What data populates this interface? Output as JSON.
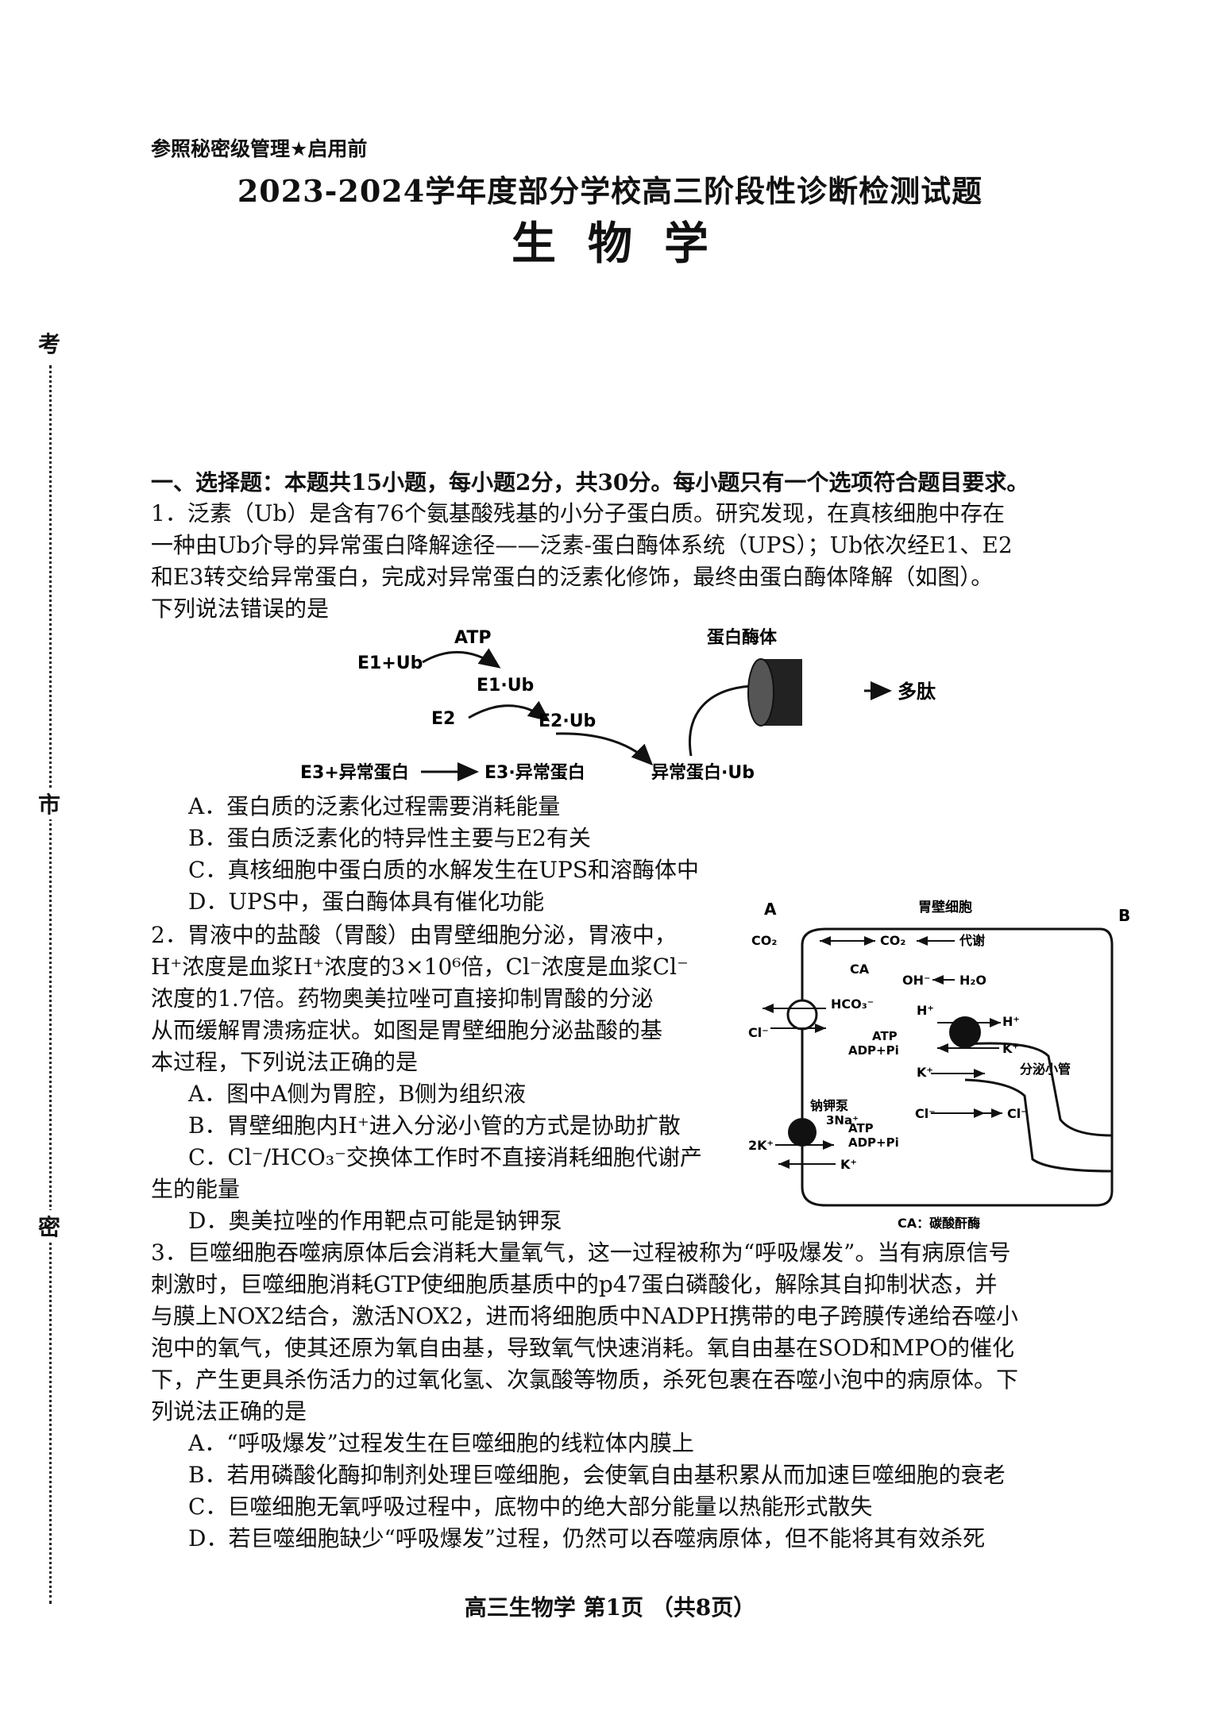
{
  "header": {
    "tag": "参照秘密级管理★启用前",
    "title": "2023-2024学年度部分学校高三阶段性诊断检测试题",
    "subject": "生物学"
  },
  "margin": {
    "chars": [
      "考",
      "市",
      "密"
    ]
  },
  "section": {
    "heading": "一、选择题：本题共15小题，每小题2分，共30分。每小题只有一个选项符合题目要求。"
  },
  "q1": {
    "lines": [
      "1．泛素（Ub）是含有76个氨基酸残基的小分子蛋白质。研究发现，在真核细胞中存在",
      "一种由Ub介导的异常蛋白降解途径——泛素-蛋白酶体系统（UPS）；Ub依次经E1、E2",
      "和E3转交给异常蛋白，完成对异常蛋白的泛素化修饰，最终由蛋白酶体降解（如图）。",
      "下列说法错误的是"
    ],
    "diagram": {
      "atp": "ATP",
      "e1ub": "E1+Ub",
      "e1_ub": "E1·Ub",
      "e2": "E2",
      "e2_ub": "E2·Ub",
      "e3": "E3+异常蛋白",
      "e3_abn": "E3·异常蛋白",
      "abn_ub": "异常蛋白·Ub",
      "proteasome": "蛋白酶体",
      "polypeptide": "多肽"
    },
    "options": [
      "A．蛋白质的泛素化过程需要消耗能量",
      "B．蛋白质泛素化的特异性主要与E2有关",
      "C．真核细胞中蛋白质的水解发生在UPS和溶酶体中",
      "D．UPS中，蛋白酶体具有催化功能"
    ]
  },
  "q2": {
    "lines": [
      "2．胃液中的盐酸（胃酸）由胃壁细胞分泌，胃液中，",
      "H⁺浓度是血浆H⁺浓度的3×10⁶倍，Cl⁻浓度是血浆Cl⁻",
      "浓度的1.7倍。药物奥美拉唑可直接抑制胃酸的分泌",
      "从而缓解胃溃疡症状。如图是胃壁细胞分泌盐酸的基",
      "本过程，下列说法正确的是"
    ],
    "options": [
      "A．图中A侧为胃腔，B侧为组织液",
      "B．胃壁细胞内H⁺进入分泌小管的方式是协助扩散",
      "C．Cl⁻/HCO₃⁻交换体工作时不直接消耗细胞代谢产",
      "生的能量",
      "D．奥美拉唑的作用靶点可能是钠钾泵"
    ],
    "diagram": {
      "side_a": "A",
      "side_b": "B",
      "cell_title": "胃壁细胞",
      "co2_out": "CO₂",
      "co2_in": "CO₂",
      "metabolism": "代谢",
      "ca": "CA",
      "oh": "OH⁻",
      "h2o": "H₂O",
      "hco3": "HCO₃⁻",
      "cl_left": "Cl⁻",
      "h_in": "H⁺",
      "h_out": "H⁺",
      "atp1": "ATP",
      "adp1": "ADP+Pi",
      "k_out1": "K⁺",
      "k_in1": "K⁺",
      "tubule": "分泌小管",
      "cl_in": "Cl⁻",
      "cl_out": "Cl⁻",
      "pump": "钠钾泵",
      "na": "3Na⁺",
      "atp2": "ATP",
      "adp2": "ADP+Pi",
      "k2": "2K⁺",
      "k_bottom": "K⁺",
      "ca_note": "CA：碳酸酐酶"
    }
  },
  "q3": {
    "lines": [
      "3．巨噬细胞吞噬病原体后会消耗大量氧气，这一过程被称为“呼吸爆发”。当有病原信号",
      "刺激时，巨噬细胞消耗GTP使细胞质基质中的p47蛋白磷酸化，解除其自抑制状态，并",
      "与膜上NOX2结合，激活NOX2，进而将细胞质中NADPH携带的电子跨膜传递给吞噬小",
      "泡中的氧气，使其还原为氧自由基，导致氧气快速消耗。氧自由基在SOD和MPO的催化",
      "下，产生更具杀伤活力的过氧化氢、次氯酸等物质，杀死包裹在吞噬小泡中的病原体。下",
      "列说法正确的是"
    ],
    "options": [
      "A．“呼吸爆发”过程发生在巨噬细胞的线粒体内膜上",
      "B．若用磷酸化酶抑制剂处理巨噬细胞，会使氧自由基积累从而加速巨噬细胞的衰老",
      "C．巨噬细胞无氧呼吸过程中，底物中的绝大部分能量以热能形式散失",
      "D．若巨噬细胞缺少“呼吸爆发”过程，仍然可以吞噬病原体，但不能将其有效杀死"
    ]
  },
  "footer": {
    "text": "高三生物学 第1页 （共8页）"
  }
}
